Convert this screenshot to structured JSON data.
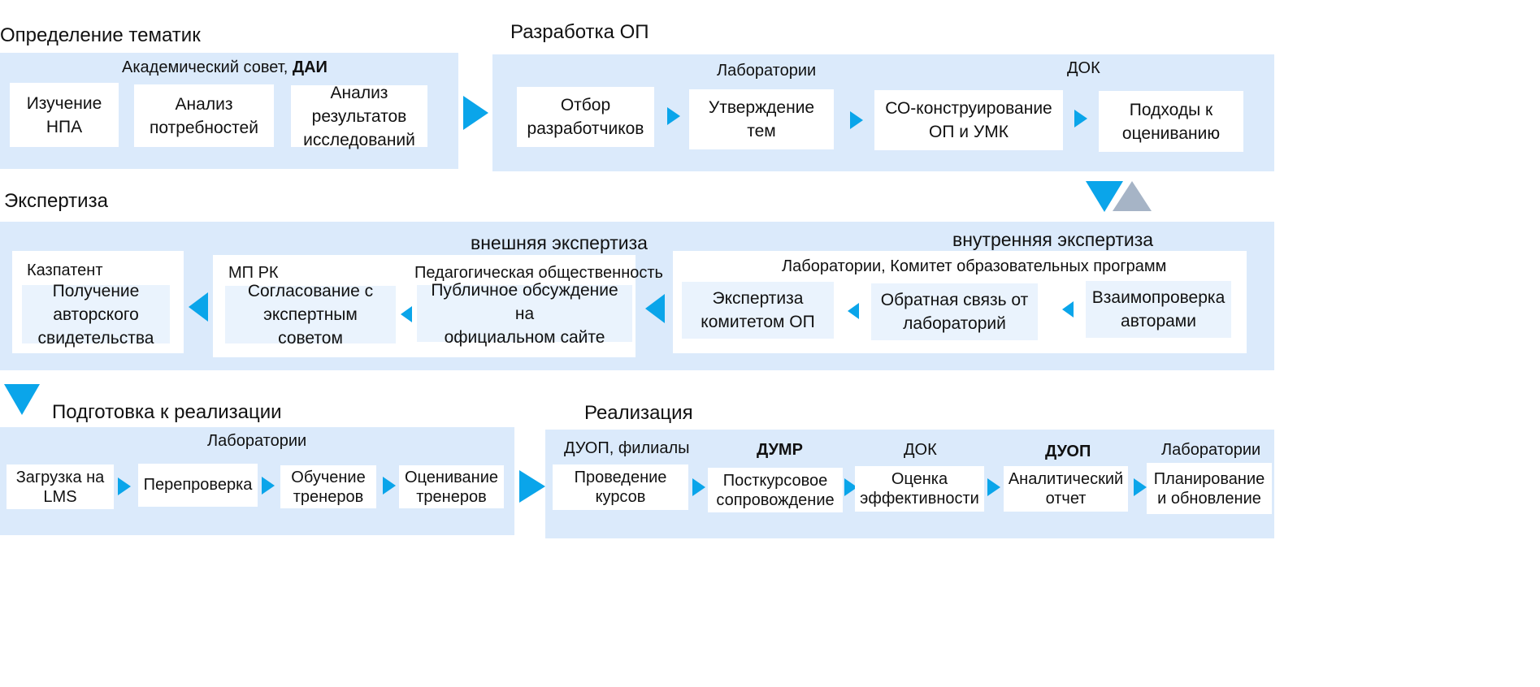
{
  "sections": {
    "topics": {
      "title": "Определение тематик",
      "header_prefix": "Академический совет, ",
      "header_bold": "ДАИ",
      "boxes": [
        "Изучение\nНПА",
        "Анализ\nпотребностей",
        "Анализ\nрезультатов\nисследований"
      ]
    },
    "development": {
      "title": "Разработка ОП",
      "labs_label": "Лаборатории",
      "dok_label": "ДОК",
      "boxes": [
        "Отбор\nразработчиков",
        "Утверждение тем",
        "СО-конструирование\nОП и УМК",
        "Подходы к\nоцениванию"
      ]
    },
    "expertise": {
      "title": "Экспертиза",
      "external_title": "внешняя экспертиза",
      "internal_title": "внутренняя экспертиза",
      "kazpatent_label": "Казпатент",
      "kazpatent_box": "Получение\nавторского\nсвидетельства",
      "mp_label": "МП РК",
      "mp_box": "Согласование с\nэкспертным советом",
      "ped_label": "Педагогическая общественность",
      "ped_box": "Публичное обсуждение на\nофициальном сайте",
      "internal_label": "Лаборатории, Комитет образовательных программ",
      "internal_boxes": [
        "Экспертиза\nкомитетом ОП",
        "Обратная связь от\nлабораторий",
        "Взаимопроверка\nавторами"
      ]
    },
    "preparation": {
      "title": "Подготовка к реализации",
      "labs_label": "Лаборатории",
      "boxes": [
        "Загрузка на\nLMS",
        "Перепроверка",
        "Обучение\nтренеров",
        "Оценивание\nтренеров"
      ]
    },
    "implementation": {
      "title": "Реализация",
      "labels": [
        "ДУОП, филиалы",
        "ДУМР",
        "ДОК",
        "ДУОП",
        "Лаборатории"
      ],
      "boxes": [
        "Проведение\nкурсов",
        "Посткурсовое\nсопровождение",
        "Оценка\nэффективности",
        "Аналитический\nотчет",
        "Планирование\nи обновление"
      ]
    }
  },
  "colors": {
    "panel": "#dbeafb",
    "light_box": "#eaf3fd",
    "arrow": "#0aa5ea",
    "arrow_gray": "#a6b4c6"
  }
}
